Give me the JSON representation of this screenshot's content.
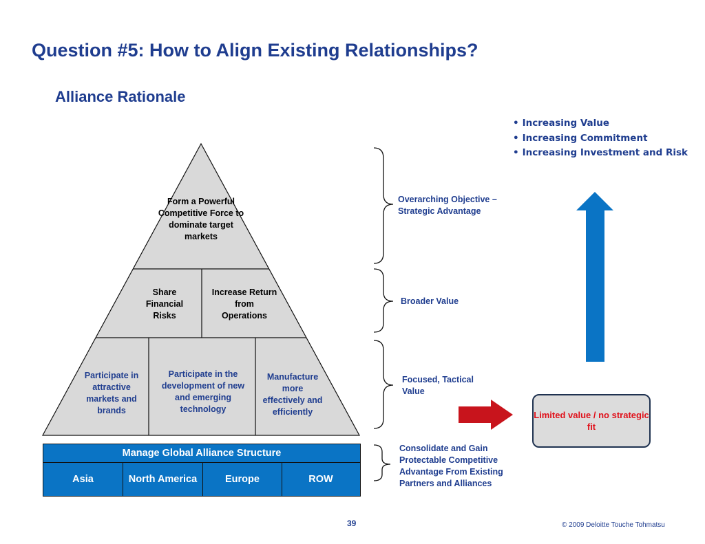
{
  "header": {
    "title": "Question #5: How to Align Existing Relationships?",
    "subtitle": "Alliance Rationale"
  },
  "bullets": [
    "Increasing Value",
    "Increasing Commitment",
    "Increasing Investment and Risk"
  ],
  "pyramid": {
    "top": "Form a Powerful Competitive Force to dominate target markets",
    "middle": [
      "Share Financial Risks",
      "Increase Return from Operations"
    ],
    "bottom": [
      "Participate in attractive markets and brands",
      "Participate in the development of new and emerging technology",
      "Manufacture more effectively and efficiently"
    ]
  },
  "structure_table": {
    "header": "Manage Global Alliance Structure",
    "regions": [
      "Asia",
      "North America",
      "Europe",
      "ROW"
    ]
  },
  "brace_labels": {
    "top": "Overarching Objective – Strategic Advantage",
    "middle": "Broader Value",
    "bottom": "Focused, Tactical Value",
    "base": "Consolidate and Gain Protectable Competitive Advantage From Existing Partners and Alliances"
  },
  "limited_box": "Limited value / no strategic fit",
  "footer": {
    "page": "39",
    "copyright": "© 2009 Deloitte Touche Tohmatsu"
  },
  "colors": {
    "navy": "#1f3d8f",
    "pyramid_fill": "#d9d9d9",
    "table_blue": "#0a74c5",
    "up_arrow": "#0a74c5",
    "right_arrow": "#c8141c",
    "limited_text": "#e0101a"
  }
}
